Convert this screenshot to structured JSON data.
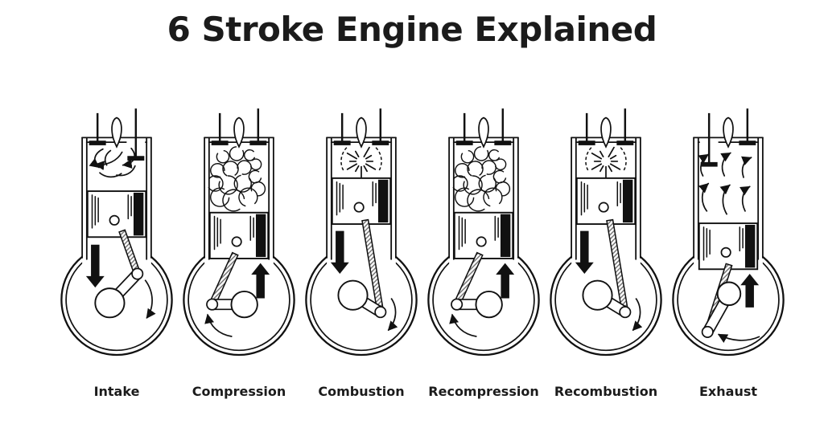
{
  "title": "6 Stroke Engine Explained",
  "colors": {
    "background": "#ffffff",
    "ink": "#111111"
  },
  "engines": [
    {
      "label": "Intake",
      "pose": "intake",
      "chamber": "intake-swirl",
      "valve_open": "intake-valve",
      "piston_motion": "down",
      "crank_rotation": "clockwise"
    },
    {
      "label": "Compression",
      "pose": "compression",
      "chamber": "compressed-mixture-cloud",
      "valve_open": "none",
      "piston_motion": "up",
      "crank_rotation": "counterclockwise"
    },
    {
      "label": "Combustion",
      "pose": "combustion",
      "chamber": "spark-burst",
      "valve_open": "none",
      "piston_motion": "down",
      "crank_rotation": "clockwise"
    },
    {
      "label": "Recompression",
      "pose": "compression",
      "chamber": "compressed-mixture-cloud",
      "valve_open": "none",
      "piston_motion": "up",
      "crank_rotation": "counterclockwise"
    },
    {
      "label": "Recombustion",
      "pose": "combustion",
      "chamber": "spark-burst",
      "valve_open": "none",
      "piston_motion": "down",
      "crank_rotation": "clockwise"
    },
    {
      "label": "Exhaust",
      "pose": "exhaust",
      "chamber": "exhaust-flow",
      "valve_open": "exhaust-valve",
      "piston_motion": "up",
      "crank_rotation": "counterclockwise"
    }
  ]
}
